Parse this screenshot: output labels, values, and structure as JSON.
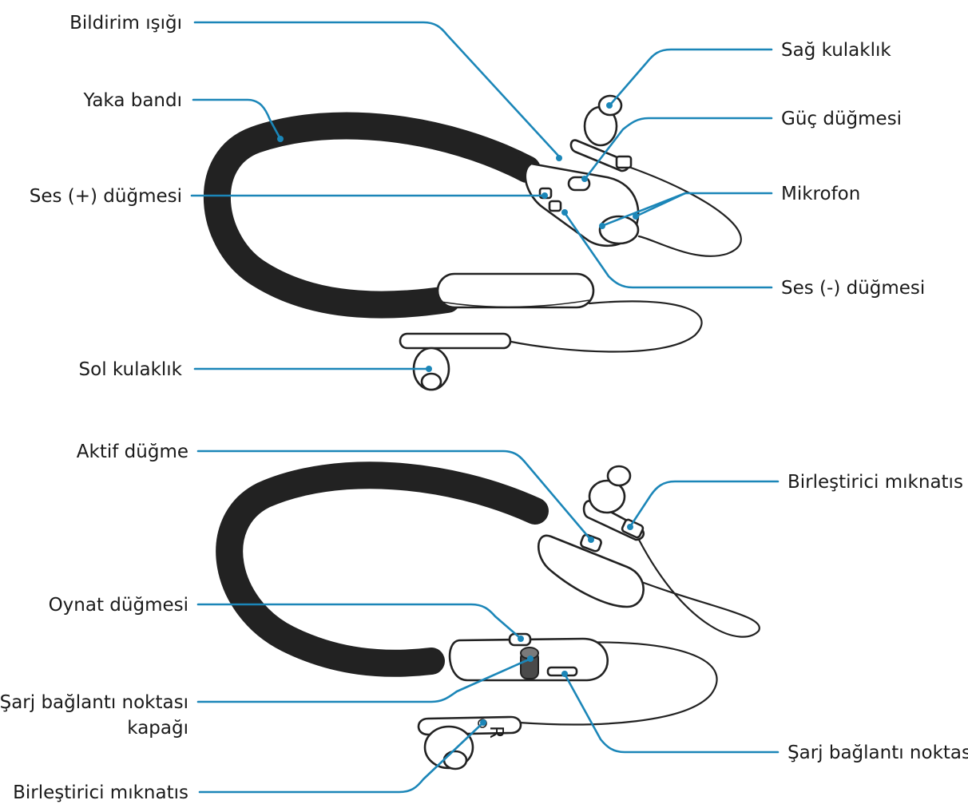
{
  "top_view": {
    "labels": {
      "bildirim_isigi": "Bildirim ışığı",
      "yaka_bandi": "Yaka bandı",
      "ses_arti": "Ses (+) düğmesi",
      "sol_kulaklik": "Sol kulaklık",
      "sag_kulaklik": "Sağ kulaklık",
      "guc_dugmesi": "Güç düğmesi",
      "mikrofon": "Mikrofon",
      "ses_eksi": "Ses (-) düğmesi"
    }
  },
  "bottom_view": {
    "labels": {
      "aktif_dugme": "Aktif düğme",
      "oynat_dugmesi": "Oynat düğmesi",
      "sarj_kapak_line1": "Şarj bağlantı noktası",
      "sarj_kapak_line2": "kapağı",
      "birlestirici_sol": "Birleştirici mıknatıs",
      "birlestirici_sag": "Birleştirici mıknatıs",
      "sarj_noktasi": "Şarj bağlantı noktası"
    },
    "earbud_marking": "R"
  },
  "colors": {
    "leader": "#1b86b8",
    "outline": "#222222",
    "text": "#1a1a1a"
  }
}
